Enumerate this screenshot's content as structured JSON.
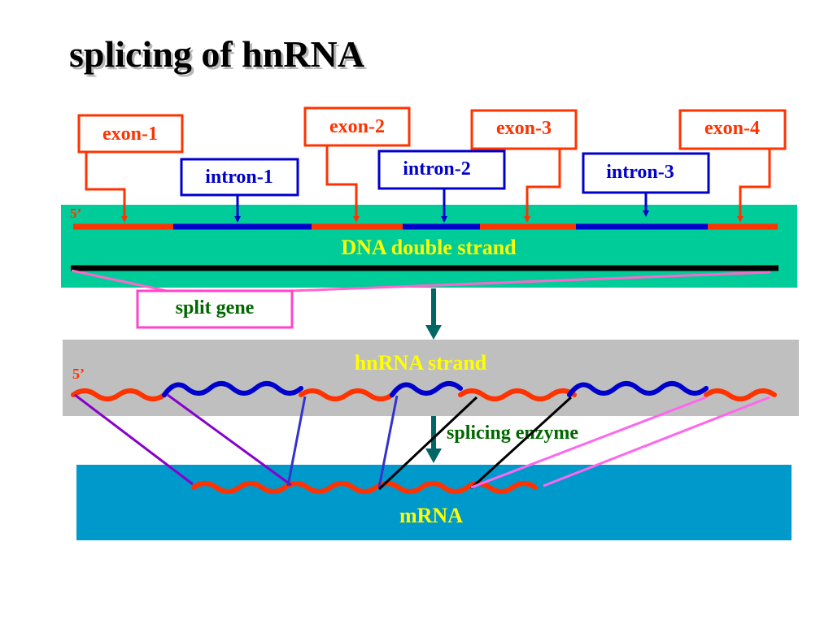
{
  "title": "splicing of hnRNA",
  "labels": {
    "exon_1": "exon-1",
    "exon_2": "exon-2",
    "exon_3": "exon-3",
    "exon_4": "exon-4",
    "intron_1": "intron-1",
    "intron_2": "intron-2",
    "intron_3": "intron-3",
    "five_prime_dna": "5’",
    "five_prime_hnrna": "5’",
    "dna_strand": "DNA double strand",
    "split_gene": "split gene",
    "hnrna_strand": "hnRNA strand",
    "splicing_enzyme": "splicing enzyme",
    "mrna": "mRNA"
  },
  "colors": {
    "exon": "#ff3300",
    "intron": "#0000cc",
    "dna_band": "#00cc99",
    "hnrna_band": "#bfbfbf",
    "mrna_band": "#0099cc",
    "band_text": "#ffff00",
    "green_text": "#006600",
    "arrow": "#006666",
    "split_gene_line": "#ff33cc"
  }
}
